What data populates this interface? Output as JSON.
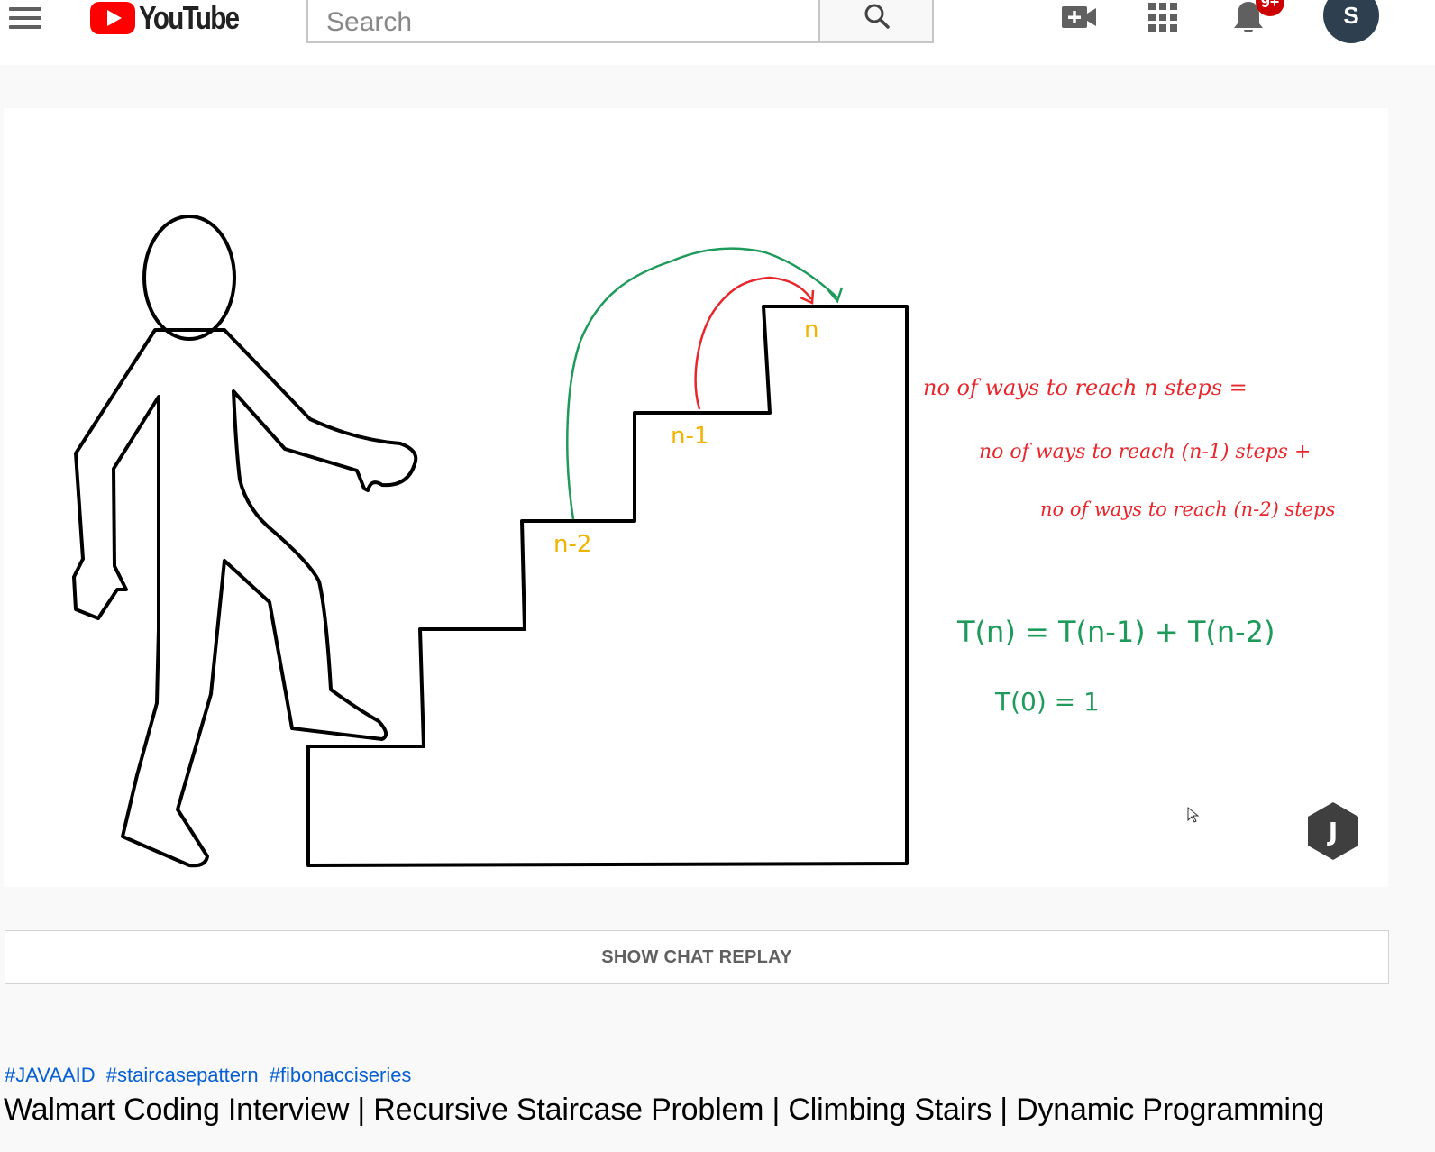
{
  "header": {
    "logo_text": "YouTube",
    "search_placeholder": "Search",
    "notification_count": "9+",
    "avatar_initial": "S"
  },
  "video": {
    "stair_labels": {
      "n": "n",
      "n_minus_1": "n-1",
      "n_minus_2": "n-2"
    },
    "notes_red": [
      "no of ways to reach n steps =",
      "no of ways to reach (n-1) steps +",
      "no of ways to reach (n-2) steps"
    ],
    "notes_green": [
      "T(n) = T(n-1) + T(n-2)",
      "T(0) = 1"
    ],
    "channel_watermark": "J",
    "colors": {
      "red_ink": "#e8262b",
      "green_ink": "#1e9a5a",
      "yellow_ink": "#f0b400",
      "outline": "#000000"
    }
  },
  "chat_replay_label": "SHOW CHAT REPLAY",
  "hashtags": [
    "#JAVAAID",
    "#staircasepattern",
    "#fibonacciseries"
  ],
  "title": "Walmart Coding Interview | Recursive Staircase Problem | Climbing Stairs | Dynamic Programming"
}
